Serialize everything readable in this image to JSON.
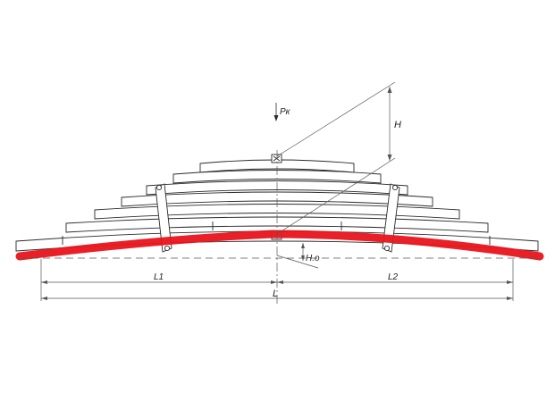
{
  "labels": {
    "force": "Pк",
    "height": "H",
    "height_zero": "H.o",
    "left_length": "L1",
    "right_length": "L2",
    "total_length": "L"
  },
  "colors": {
    "line": "#2a2a2a",
    "thin": "#555555",
    "highlight": "#e8141b",
    "background": "#ffffff"
  }
}
